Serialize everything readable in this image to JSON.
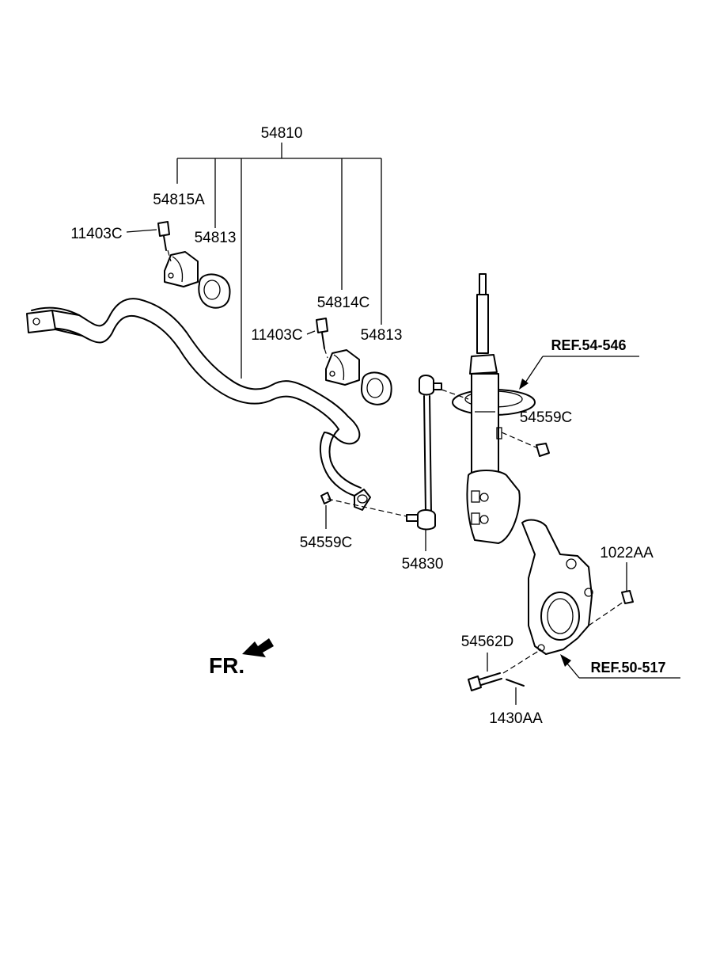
{
  "labels": {
    "p54810": "54810",
    "p54815A": "54815A",
    "p11403C_a": "11403C",
    "p54813_a": "54813",
    "p54814C": "54814C",
    "p11403C_b": "11403C",
    "p54813_b": "54813",
    "ref_54546": "REF.54-546",
    "p54559C_a": "54559C",
    "p54559C_b": "54559C",
    "p54830": "54830",
    "p1022AA": "1022AA",
    "p54562D": "54562D",
    "ref_50517": "REF.50-517",
    "p1430AA": "1430AA",
    "fr": "FR."
  }
}
